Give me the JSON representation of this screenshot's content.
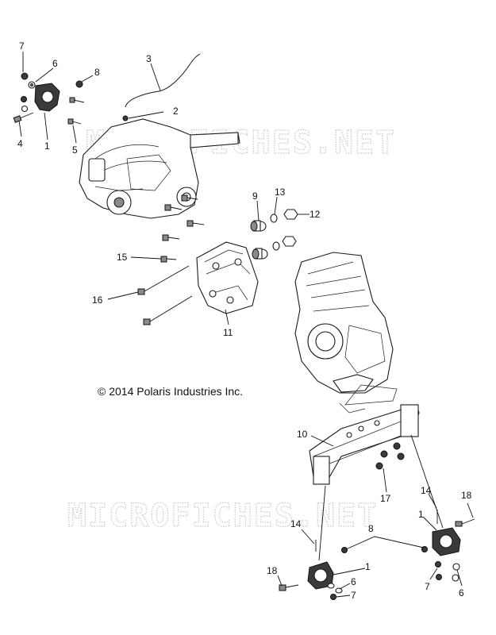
{
  "watermarks": [
    "MICROFICHES.NET",
    "MICROFICHES.NET"
  ],
  "copyright": "© 2014 Polaris Industries Inc.",
  "callouts": [
    {
      "id": "c7a",
      "label": "7"
    },
    {
      "id": "c6a",
      "label": "6"
    },
    {
      "id": "c8a",
      "label": "8"
    },
    {
      "id": "c3",
      "label": "3"
    },
    {
      "id": "c2",
      "label": "2"
    },
    {
      "id": "c4",
      "label": "4"
    },
    {
      "id": "c1a",
      "label": "1"
    },
    {
      "id": "c5",
      "label": "5"
    },
    {
      "id": "c9",
      "label": "9"
    },
    {
      "id": "c13",
      "label": "13"
    },
    {
      "id": "c12",
      "label": "12"
    },
    {
      "id": "c15",
      "label": "15"
    },
    {
      "id": "c16",
      "label": "16"
    },
    {
      "id": "c11",
      "label": "11"
    },
    {
      "id": "c10",
      "label": "10"
    },
    {
      "id": "c17",
      "label": "17"
    },
    {
      "id": "c14a",
      "label": "14"
    },
    {
      "id": "c18a",
      "label": "18"
    },
    {
      "id": "c1b",
      "label": "1"
    },
    {
      "id": "c14b",
      "label": "14"
    },
    {
      "id": "c8b",
      "label": "8"
    },
    {
      "id": "c18b",
      "label": "18"
    },
    {
      "id": "c1c",
      "label": "1"
    },
    {
      "id": "c6b",
      "label": "6"
    },
    {
      "id": "c7b",
      "label": "7"
    },
    {
      "id": "c7c",
      "label": "7"
    },
    {
      "id": "c6c",
      "label": "6"
    }
  ]
}
